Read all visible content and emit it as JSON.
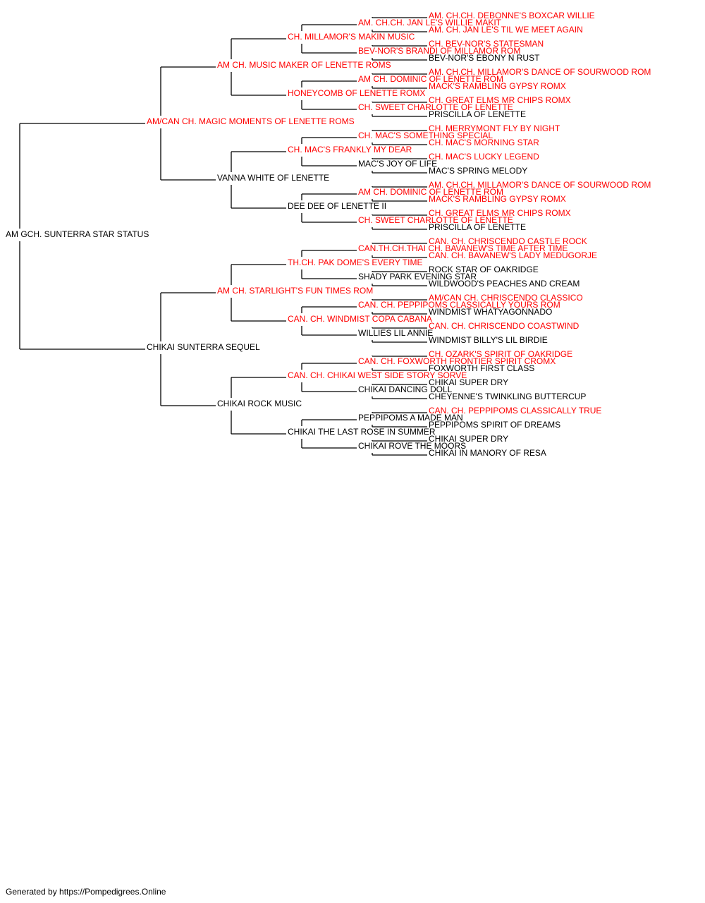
{
  "colors": {
    "titled": "#ff0000",
    "plain": "#000000",
    "line": "#000000"
  },
  "pedigree": {
    "subject": "AM GCH. SUNTERRA STAR STATUS",
    "sire": {
      "name": "AM/CAN CH. MAGIC MOMENTS OF LENETTE ROMS",
      "titled": true,
      "sire": {
        "name": "AM CH. MUSIC MAKER OF LENETTE ROMS",
        "titled": true,
        "sire": {
          "name": "CH. MILLAMOR'S MAKIN MUSIC",
          "titled": true,
          "sire": {
            "name": "AM. CH.CH. JAN LE'S WILLIE MAKIT",
            "titled": true,
            "sire": {
              "name": "AM. CH.CH. DEBONNE'S BOXCAR WILLIE",
              "titled": true
            },
            "dam": {
              "name": "AM. CH. JAN LE'S TIL WE MEET AGAIN",
              "titled": true
            }
          },
          "dam": {
            "name": "BEV-NOR'S BRANDI OF MILLAMOR ROM",
            "titled": true,
            "sire": {
              "name": "CH. BEV-NOR'S STATESMAN",
              "titled": true
            },
            "dam": {
              "name": "BEV-NOR'S EBONY N RUST",
              "titled": false
            }
          }
        },
        "dam": {
          "name": "HONEYCOMB OF LENETTE ROMX",
          "titled": true,
          "sire": {
            "name": "AM CH. DOMINIC OF LENETTE ROM",
            "titled": true,
            "sire": {
              "name": "AM. CH.CH. MILLAMOR'S DANCE OF SOURWOOD ROM",
              "titled": true
            },
            "dam": {
              "name": "MACK'S RAMBLING GYPSY ROMX",
              "titled": true
            }
          },
          "dam": {
            "name": "CH. SWEET CHARLOTTE OF LENETTE",
            "titled": true,
            "sire": {
              "name": "CH. GREAT ELMS MR CHIPS ROMX",
              "titled": true
            },
            "dam": {
              "name": "PRISCILLA OF LENETTE",
              "titled": false
            }
          }
        }
      },
      "dam": {
        "name": "VANNA WHITE OF LENETTE",
        "titled": false,
        "sire": {
          "name": "CH. MAC'S FRANKLY MY DEAR",
          "titled": true,
          "sire": {
            "name": "CH. MAC'S SOMETHING SPECIAL",
            "titled": true,
            "sire": {
              "name": "CH. MERRYMONT FLY BY NIGHT",
              "titled": true
            },
            "dam": {
              "name": "CH. MAC'S MORNING STAR",
              "titled": true
            }
          },
          "dam": {
            "name": "MAC'S JOY OF LIFE",
            "titled": false,
            "sire": {
              "name": "CH. MAC'S LUCKY LEGEND",
              "titled": true
            },
            "dam": {
              "name": "MAC'S SPRING MELODY",
              "titled": false
            }
          }
        },
        "dam": {
          "name": "DEE DEE OF LENETTE II",
          "titled": false,
          "sire": {
            "name": "AM CH. DOMINIC OF LENETTE ROM",
            "titled": true,
            "sire": {
              "name": "AM. CH.CH. MILLAMOR'S DANCE OF SOURWOOD ROM",
              "titled": true
            },
            "dam": {
              "name": "MACK'S RAMBLING GYPSY ROMX",
              "titled": true
            }
          },
          "dam": {
            "name": "CH. SWEET CHARLOTTE OF LENETTE",
            "titled": true,
            "sire": {
              "name": "CH. GREAT ELMS MR CHIPS ROMX",
              "titled": true
            },
            "dam": {
              "name": "PRISCILLA OF LENETTE",
              "titled": false
            }
          }
        }
      }
    },
    "dam": {
      "name": "CHIKAI SUNTERRA SEQUEL",
      "titled": false,
      "sire": {
        "name": "AM CH. STARLIGHT'S FUN TIMES ROM",
        "titled": true,
        "sire": {
          "name": "TH.CH. PAK DOME'S EVERY TIME",
          "titled": true,
          "sire": {
            "name": "CAN.TH.CH.THAI CH. BAVANEW'S TIME AFTER TIME",
            "titled": true,
            "sire": {
              "name": "CAN. CH. CHRISCENDO CASTLE ROCK",
              "titled": true
            },
            "dam": {
              "name": "CAN. CH. BAVANEW'S LADY MEDUGORJE",
              "titled": true
            }
          },
          "dam": {
            "name": "SHADY PARK EVENING STAR",
            "titled": false,
            "sire": {
              "name": "ROCK STAR OF OAKRIDGE",
              "titled": false
            },
            "dam": {
              "name": "WILDWOOD'S PEACHES AND CREAM",
              "titled": false
            }
          }
        },
        "dam": {
          "name": "CAN. CH. WINDMIST COPA CABANA",
          "titled": true,
          "sire": {
            "name": "CAN. CH. PEPPIPOMS CLASSICALLY YOURS ROM",
            "titled": true,
            "sire": {
              "name": "AM/CAN CH. CHRISCENDO CLASSICO",
              "titled": true
            },
            "dam": {
              "name": "WINDMIST WHATYAGONNADO",
              "titled": false
            }
          },
          "dam": {
            "name": "WILLIES LIL ANNIE",
            "titled": false,
            "sire": {
              "name": "CAN. CH. CHRISCENDO COASTWIND",
              "titled": true
            },
            "dam": {
              "name": "WINDMIST BILLY'S LIL BIRDIE",
              "titled": false
            }
          }
        }
      },
      "dam": {
        "name": "CHIKAI ROCK MUSIC",
        "titled": false,
        "sire": {
          "name": "CAN. CH. CHIKAI WEST SIDE STORY SORVE",
          "titled": true,
          "sire": {
            "name": "CAN. CH. FOXWORTH FRONTIER SPIRIT CROMX",
            "titled": true,
            "sire": {
              "name": "CH. OZARK'S SPIRIT OF OAKRIDGE",
              "titled": true
            },
            "dam": {
              "name": "FOXWORTH FIRST CLASS",
              "titled": false
            }
          },
          "dam": {
            "name": "CHIKAI DANCING DOLL",
            "titled": false,
            "sire": {
              "name": "CHIKAI SUPER DRY",
              "titled": false
            },
            "dam": {
              "name": "CHEYENNE'S TWINKLING BUTTERCUP",
              "titled": false
            }
          }
        },
        "dam": {
          "name": "CHIKAI THE LAST ROSE IN SUMMER",
          "titled": false,
          "sire": {
            "name": "PEPPIPOMS A MADE MAN",
            "titled": false,
            "sire": {
              "name": "CAN. CH. PEPPIPOMS CLASSICALLY TRUE",
              "titled": true
            },
            "dam": {
              "name": "PEPPIPOMS SPIRIT OF DREAMS",
              "titled": false
            }
          },
          "dam": {
            "name": "CHIKAI ROVE THE MOORS",
            "titled": false,
            "sire": {
              "name": "CHIKAI SUPER DRY",
              "titled": false
            },
            "dam": {
              "name": "CHIKAI IN MANORY OF RESA",
              "titled": false
            }
          }
        }
      }
    }
  },
  "footer": "Generated by https://Pompedigrees.Online"
}
